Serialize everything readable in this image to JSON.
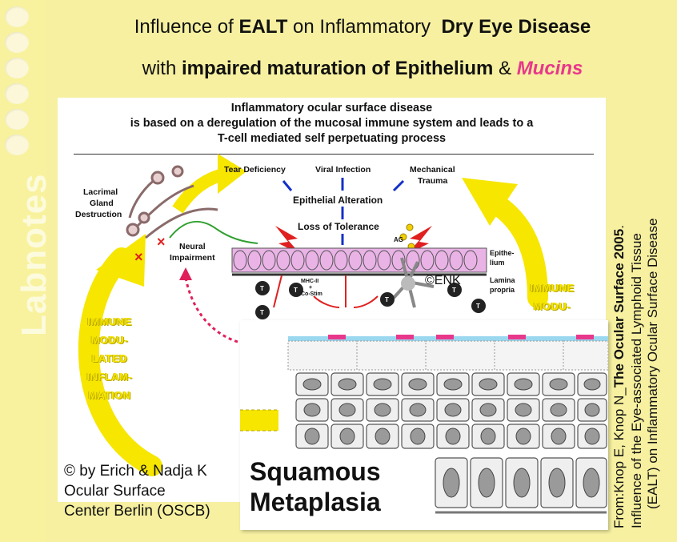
{
  "title": {
    "line1_pre": "Influence of ",
    "line1_bold1": "EALT",
    "line1_mid": " on Inflammatory  ",
    "line1_bold2": "Dry Eye Disease",
    "line2_pre": "with ",
    "line2_bold": "impaired maturation of Epithelium",
    "line2_amp": " & ",
    "line2_mucins": "Mucins"
  },
  "watermark": "Labnotes",
  "figure": {
    "header": [
      "Inflammatory ocular surface disease",
      "is based on a deregulation of the mucosal immune system and leads to a",
      "T-cell mediated self perpetuating process"
    ],
    "labels": {
      "lacrimal": "Lacrimal",
      "gland": "Gland",
      "destruction": "Destruction",
      "neural": "Neural",
      "impairment": "Impairment",
      "tear_deficiency": "Tear Deficiency",
      "viral_infection": "Viral Infection",
      "mechanical": "Mechanical",
      "trauma": "Trauma",
      "epithelial_alteration": "Epithelial Alteration",
      "loss_of_tolerance": "Loss of Tolerance",
      "ag": "AG",
      "epithe": "Epithe-",
      "lium": "lium",
      "lamina": "Lamina",
      "propria": "propria",
      "mhc": "MHC-II",
      "plus": "+",
      "costim": "Co-Stim",
      "t_cell": "T"
    },
    "immune_left": [
      "IMMUNE",
      "MODU-",
      "LATED",
      "INFLAM-",
      "MATION"
    ],
    "immune_right": [
      "IMMUNE",
      "MODU-"
    ],
    "copyright_enk": "©ENK"
  },
  "inset": {
    "caption_line1": "Squamous",
    "caption_line2": "Metaplasia"
  },
  "credit": {
    "line1": "© by Erich & Nadja K",
    "line2": "Ocular Surface",
    "line3": "Center Berlin (OSCB)"
  },
  "reference": {
    "line1_pre": "From:Knop E, Knop N_",
    "line1_bold": "The Ocular Surface 2005",
    "line1_post": ".",
    "line2": "Influence of the Eye-associated Lymphoid Tissue",
    "line3": "(EALT) on Inflammatory Ocular Surface Disease"
  },
  "colors": {
    "background": "#f6f0a0",
    "accent_pink": "#e8388b",
    "arrow_yellow": "#f6e600",
    "epithelium": "#e9b3e6",
    "arrow_blue": "#1430c8",
    "bolt_red": "#e02020"
  }
}
